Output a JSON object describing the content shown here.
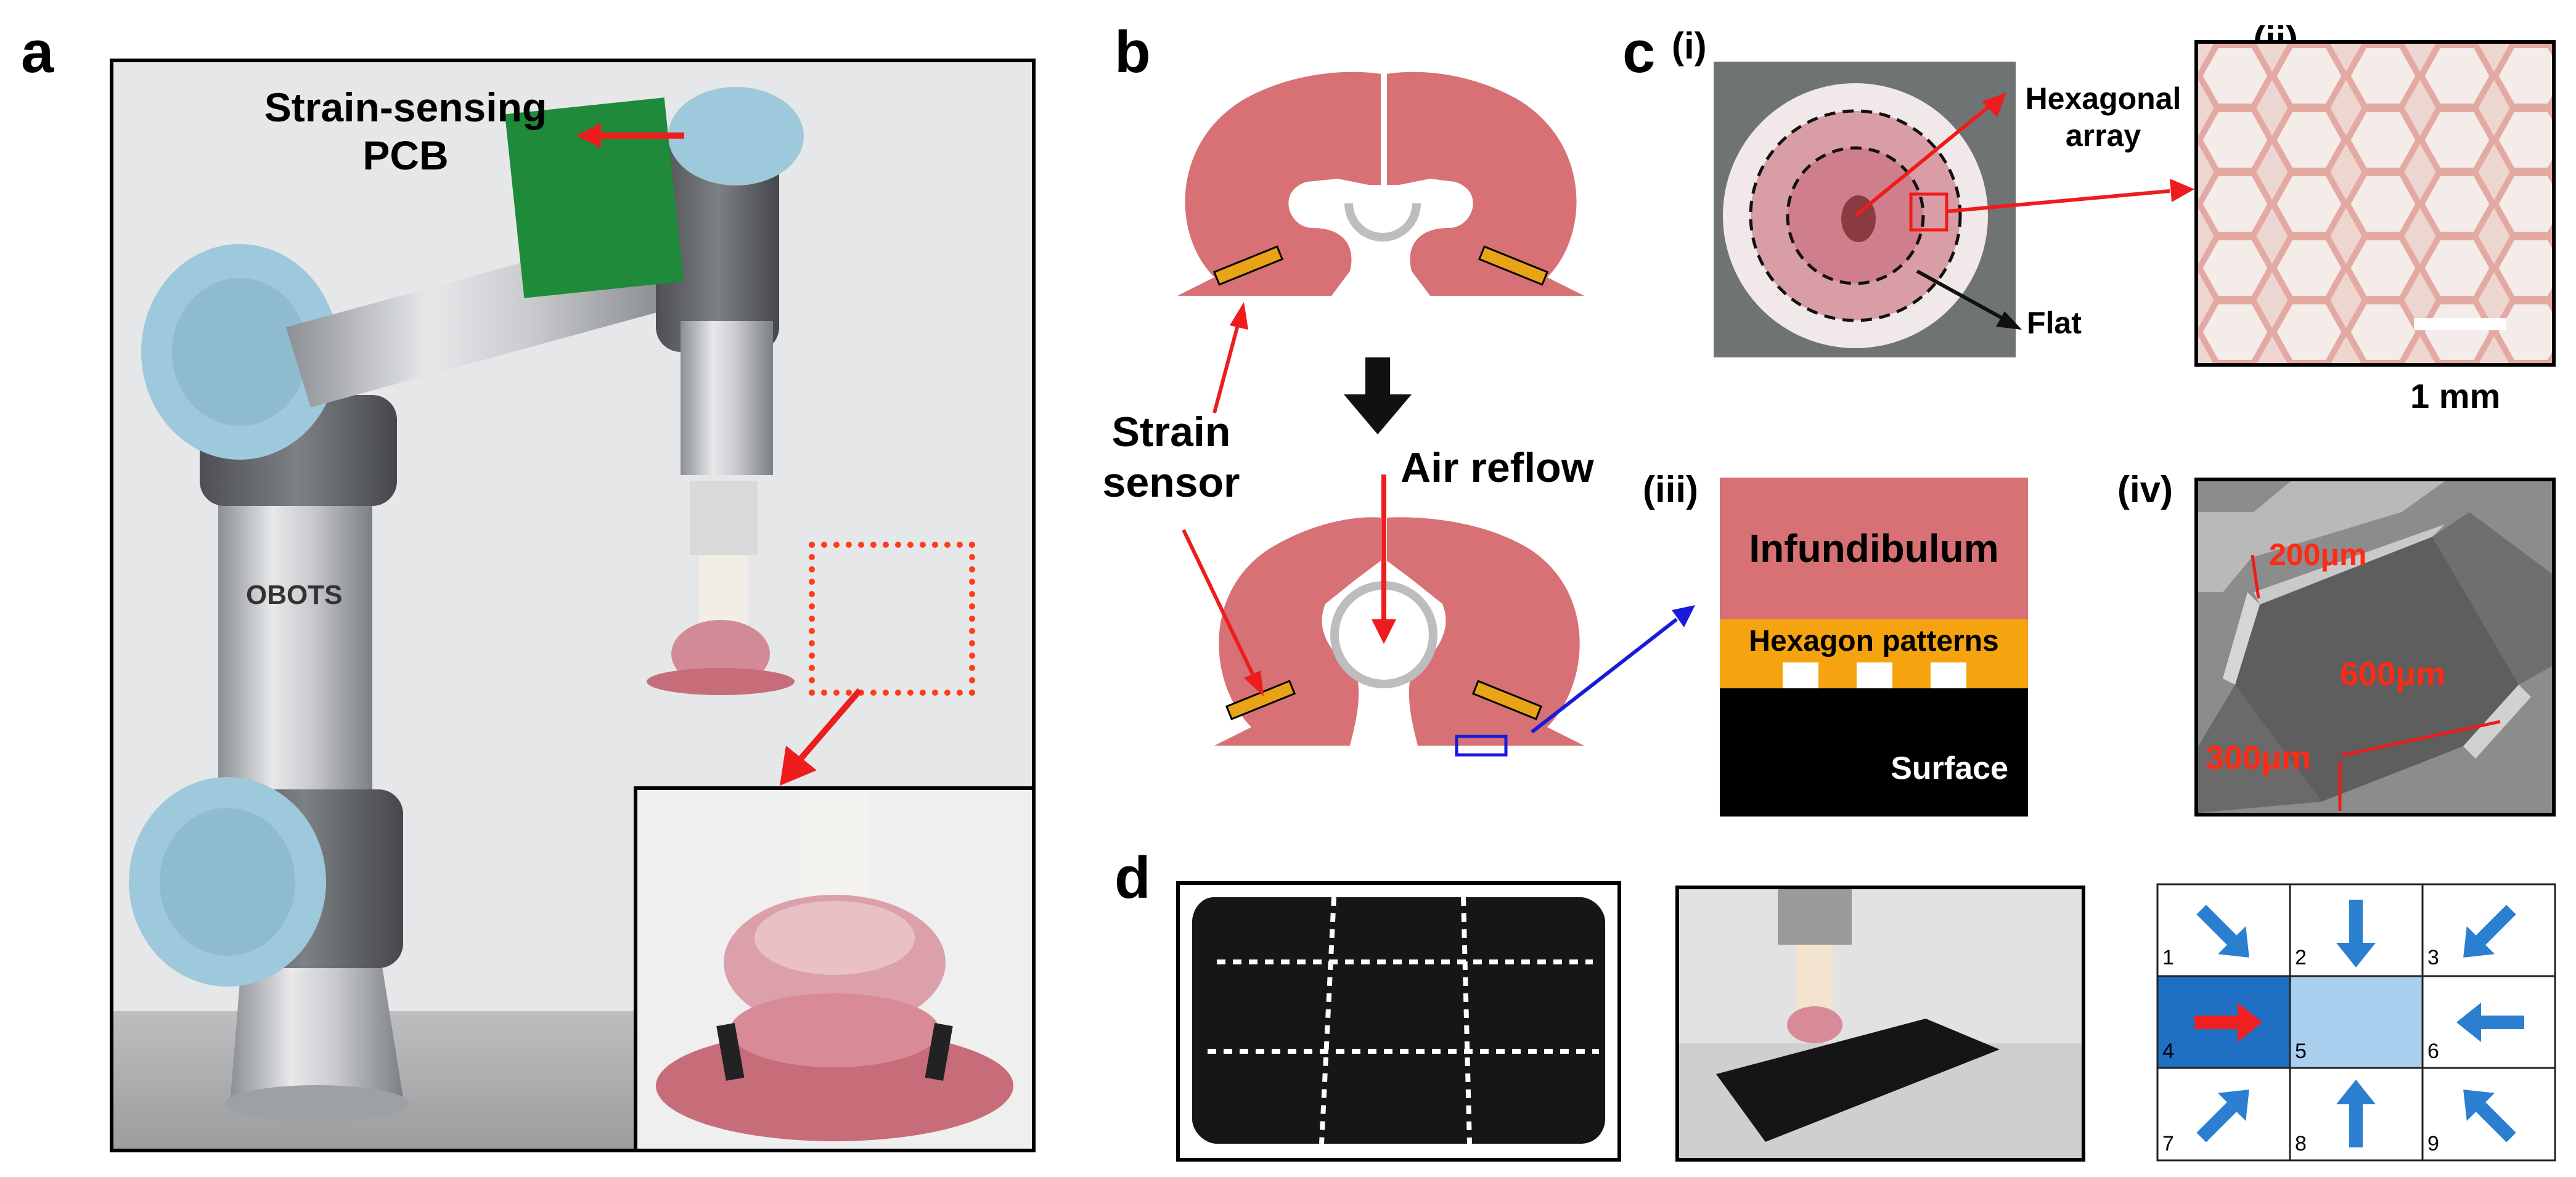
{
  "panels": {
    "a": {
      "letter": "a",
      "pcb_label_line1": "Strain-sensing",
      "pcb_label_line2": "PCB",
      "robot_brand_text": "OBOTS"
    },
    "b": {
      "letter": "b",
      "strain_sensor_line1": "Strain",
      "strain_sensor_line2": "sensor",
      "air_reflow": "Air reflow"
    },
    "c": {
      "letter": "c",
      "i": {
        "tag": "(i)",
        "hex_array_line1": "Hexagonal",
        "hex_array_line2": "array",
        "flat": "Flat"
      },
      "ii": {
        "tag": "(ii)",
        "scale_bar": "1 mm"
      },
      "iii": {
        "tag": "(iii)",
        "infundibulum": "Infundibulum",
        "hexagon_patterns": "Hexagon patterns",
        "surface": "Surface"
      },
      "iv": {
        "tag": "(iv)",
        "dim_200": "200μm",
        "dim_600": "600μm",
        "dim_300": "300μm"
      }
    },
    "d": {
      "letter": "d",
      "grid_cells": [
        "1",
        "2",
        "3",
        "4",
        "5",
        "6",
        "7",
        "8",
        "9"
      ],
      "arrow_directions": [
        "down-right",
        "down",
        "down-left",
        "right",
        "none",
        "left",
        "up-right",
        "up",
        "up-left"
      ],
      "highlight_colors": {
        "cell4": "#1f6fc4",
        "cell5": "#a9d1ef",
        "arrow": "#2a7fd0",
        "active_arrow": "#f02020"
      }
    }
  },
  "colors": {
    "soft_gripper": "#d77176",
    "sensor": "#e8a317",
    "red_arrow": "#ee1c1c",
    "blue_arrow": "#1a1adb",
    "robot_cap": "#9ec8dc"
  }
}
